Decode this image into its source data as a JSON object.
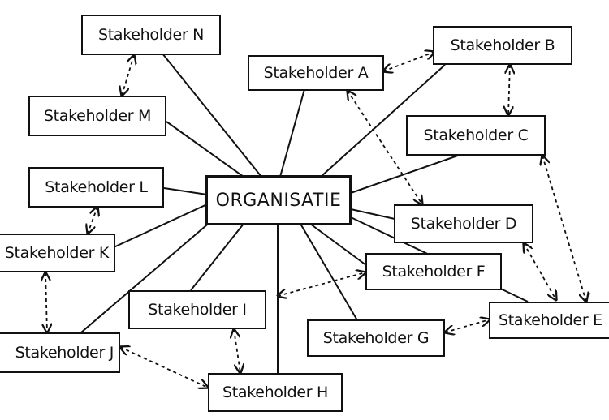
{
  "diagram": {
    "center": {
      "label": "ORGANISATIE"
    },
    "stakeholders": {
      "n": "Stakeholder N",
      "a": "Stakeholder A",
      "b": "Stakeholder B",
      "m": "Stakeholder M",
      "c": "Stakeholder C",
      "l": "Stakeholder L",
      "d": "Stakeholder D",
      "k": "Stakeholder K",
      "f": "Stakeholder F",
      "i": "Stakeholder I",
      "e": "Stakeholder E",
      "j": "Stakeholder J",
      "g": "Stakeholder G",
      "h": "Stakeholder H"
    },
    "line_color": "#111111"
  }
}
